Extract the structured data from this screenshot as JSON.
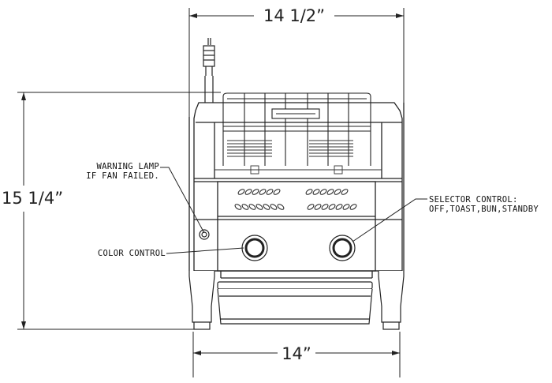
{
  "dimensions": {
    "top_width": "14 1/2”",
    "height": "15 1/4”",
    "bottom_width": "14”"
  },
  "callouts": {
    "warning_lamp_line1": "WARNING LAMP",
    "warning_lamp_line2": "IF FAN FAILED.",
    "color_control": "COLOR CONTROL",
    "selector_line1": "SELECTOR CONTROL:",
    "selector_line2": "OFF,TOAST,BUN,STANDBY"
  }
}
